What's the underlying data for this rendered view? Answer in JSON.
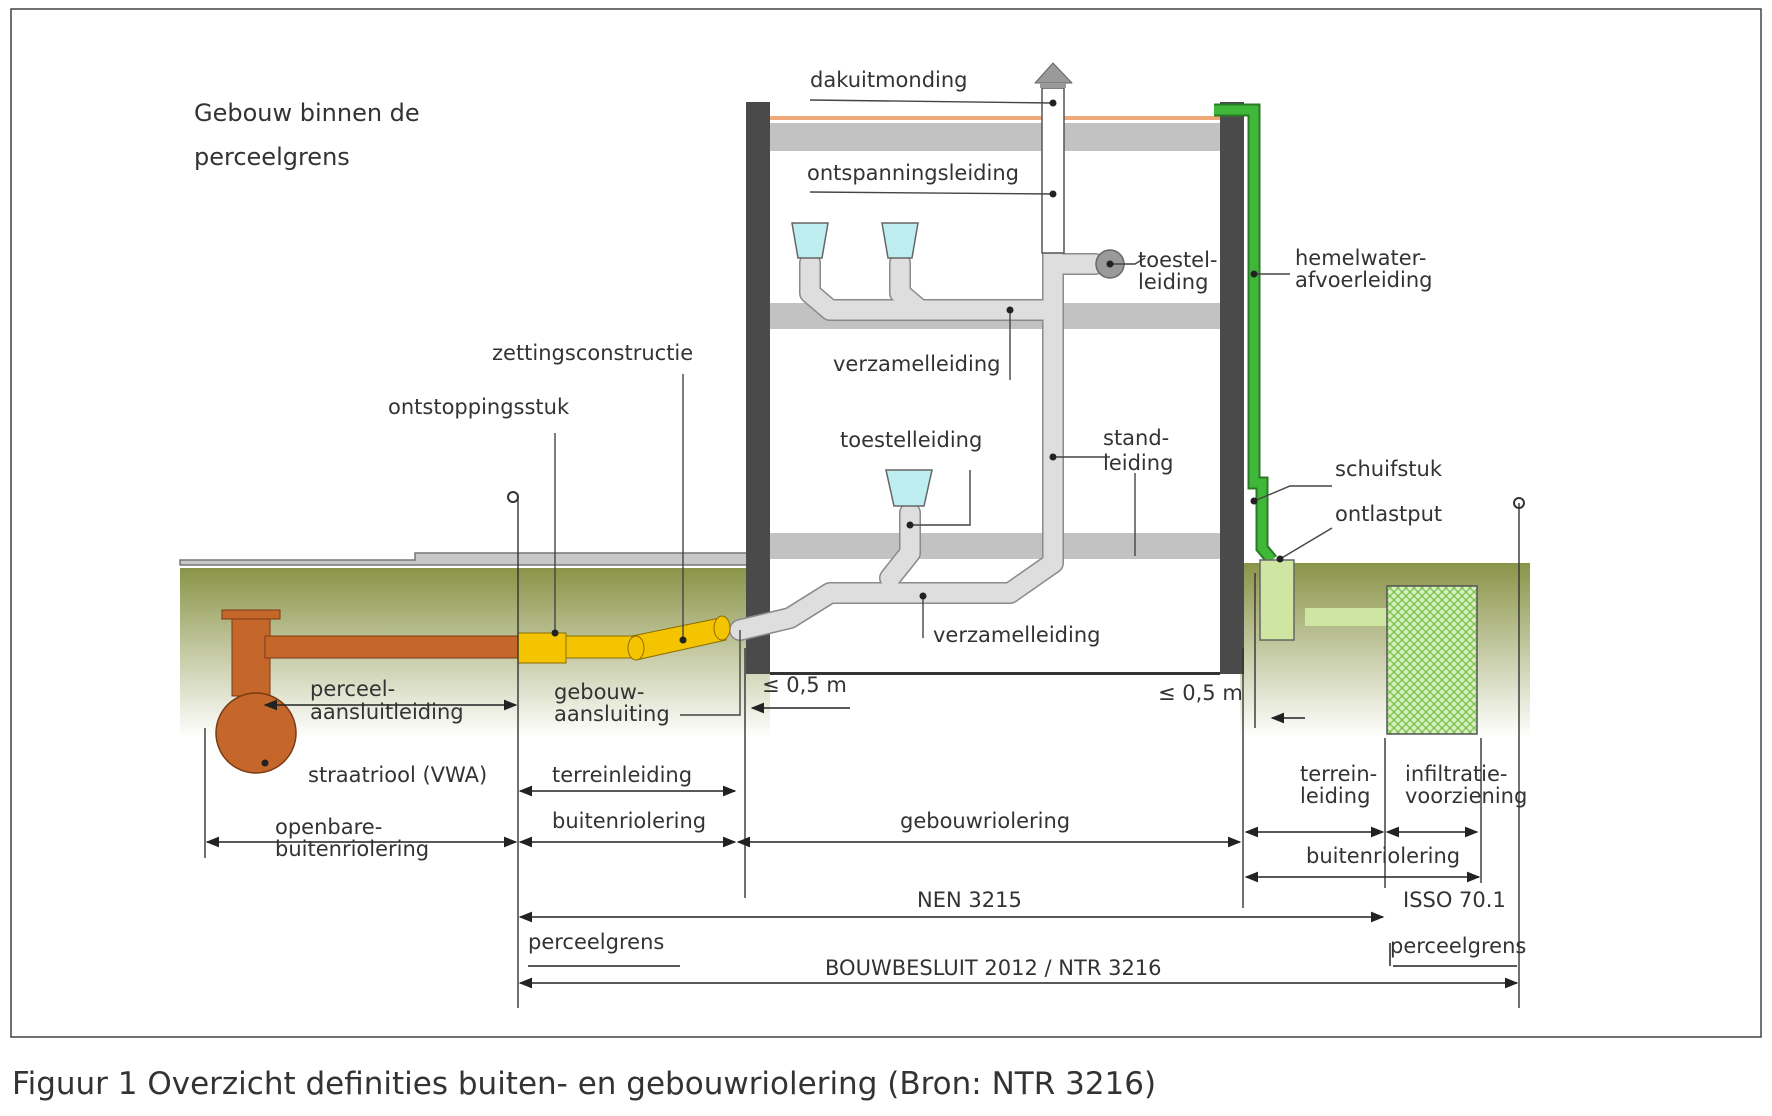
{
  "title_line1": "Gebouw binnen de",
  "title_line2": "perceelgrens",
  "labels": {
    "dakuitmonding": "dakuitmonding",
    "ontspanningsleiding": "ontspanningsleiding",
    "toestel_leiding_1": "toestel-",
    "toestel_leiding_2": "leiding",
    "hemelwater_1": "hemelwater-",
    "hemelwater_2": "afvoerleiding",
    "verzamelleiding_top": "verzamelleiding",
    "zettingsconstructie": "zettingsconstructie",
    "ontstoppingsstuk": "ontstoppingsstuk",
    "toestelleiding": "toestelleiding",
    "standleiding_1": "stand-",
    "standleiding_2": "leiding",
    "schuifstuk": "schuifstuk",
    "ontlastput": "ontlastput",
    "verzamelleiding_bottom": "verzamelleiding",
    "max_left": "≤ 0,5 m",
    "max_right": "≤ 0,5 m",
    "perceel_1": "perceel-",
    "perceel_2": "aansluitleiding",
    "gebouw_1": "gebouw-",
    "gebouw_2": "aansluiting",
    "straatriool": "straatriool (VWA)",
    "terreinleiding": "terreinleiding",
    "terrein_r1": "terrein-",
    "terrein_r2": "leiding",
    "infiltratie_1": "infiltratie-",
    "infiltratie_2": "voorziening",
    "openbare_1": "openbare-",
    "openbare_2": "buitenriolering",
    "buitenriolering_left": "buitenriolering",
    "gebouwriolering": "gebouwriolering",
    "buitenriolering_right": "buitenriolering",
    "nen": "NEN 3215",
    "isso": "ISSO 70.1",
    "perceelgrens_left": "perceelgrens",
    "perceelgrens_right": "perceelgrens",
    "bouwbesluit": "BOUWBESLUIT 2012 /   NTR 3216"
  },
  "caption": "Figuur 1 Overzicht definities buiten- en gebouwriolering (Bron: NTR 3216)",
  "colors": {
    "ground": "#8f9a52",
    "floor": "#bfbfbf",
    "wall": "#4a4a4a",
    "pipe_grey": "#dcdcdc",
    "pipe_brown": "#c5672a",
    "pipe_yellow": "#f5c400",
    "pipe_green": "#3fb83a",
    "light_green": "#cfe6a3",
    "roof_orange": "#f0a878"
  }
}
